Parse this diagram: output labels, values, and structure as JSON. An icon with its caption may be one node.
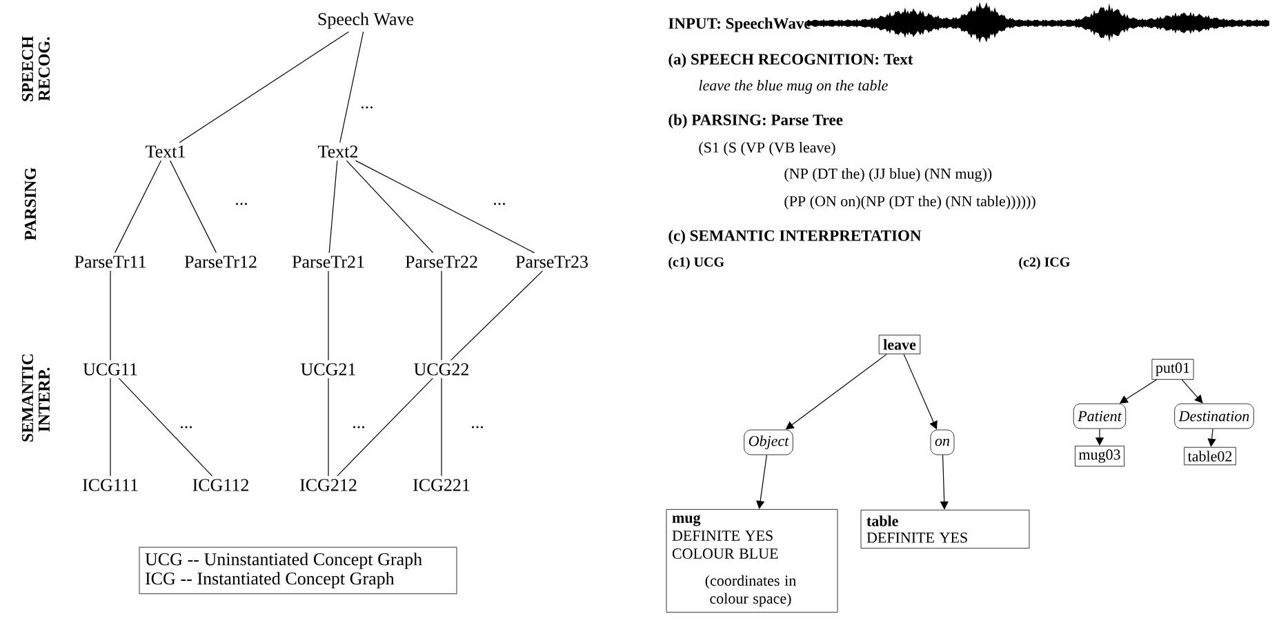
{
  "diagram": {
    "nodes": [
      {
        "text": [
          "Speech Wave"
        ]
      },
      {
        "text": [
          "Text1"
        ]
      },
      {
        "text": [
          "Text2"
        ]
      },
      {
        "text": [
          "ParseTr11"
        ]
      },
      {
        "text": [
          "ParseTr12"
        ]
      },
      {
        "text": [
          "ParseTr21"
        ]
      },
      {
        "text": [
          "ParseTr22"
        ]
      },
      {
        "text": [
          "ParseTr23"
        ]
      },
      {
        "text": [
          "UCG11"
        ]
      },
      {
        "text": [
          "UCG21"
        ]
      },
      {
        "text": [
          "UCG22"
        ]
      },
      {
        "text": [
          "ICG111"
        ]
      },
      {
        "text": [
          "ICG112"
        ]
      },
      {
        "text": [
          "ICG212"
        ]
      },
      {
        "text": [
          "ICG221"
        ]
      },
      {
        "text": [
          "UCG -- Uninstantiated Concept Graph",
          "ICG  -- Instantiated Concept Graph"
        ]
      },
      {
        "text": [
          "leave"
        ]
      },
      {
        "text": [
          "Object"
        ]
      },
      {
        "text": [
          "on"
        ]
      },
      {
        "text": [
          "mug",
          "DEFINITE YES",
          "COLOUR BLUE",
          "(coordinates in colour space)"
        ]
      },
      {
        "text": [
          "table",
          "DEFINITE YES"
        ]
      },
      {
        "text": [
          "put01"
        ]
      },
      {
        "text": [
          "Patient"
        ]
      },
      {
        "text": [
          "Destination"
        ]
      },
      {
        "text": [
          "mug03"
        ]
      },
      {
        "text": [
          "table02"
        ]
      }
    ],
    "edges": [
      {
        "from": 0,
        "to": 1,
        "arrow": "none"
      },
      {
        "from": 0,
        "to": 2,
        "arrow": "none"
      },
      {
        "from": 1,
        "to": 3,
        "arrow": "none"
      },
      {
        "from": 1,
        "to": 4,
        "arrow": "none"
      },
      {
        "from": 2,
        "to": 5,
        "arrow": "none"
      },
      {
        "from": 2,
        "to": 6,
        "arrow": "none"
      },
      {
        "from": 2,
        "to": 7,
        "arrow": "none"
      },
      {
        "from": 3,
        "to": 8,
        "arrow": "none"
      },
      {
        "from": 5,
        "to": 9,
        "arrow": "none"
      },
      {
        "from": 6,
        "to": 10,
        "arrow": "none"
      },
      {
        "from": 7,
        "to": 10,
        "arrow": "none"
      },
      {
        "from": 8,
        "to": 11,
        "arrow": "none"
      },
      {
        "from": 8,
        "to": 12,
        "arrow": "none"
      },
      {
        "from": 9,
        "to": 13,
        "arrow": "none"
      },
      {
        "from": 10,
        "to": 13,
        "arrow": "none"
      },
      {
        "from": 10,
        "to": 14,
        "arrow": "none"
      },
      {
        "from": 16,
        "to": 17,
        "arrow": "to"
      },
      {
        "from": 16,
        "to": 18,
        "arrow": "to"
      },
      {
        "from": 17,
        "to": 19,
        "arrow": "to"
      },
      {
        "from": 18,
        "to": 20,
        "arrow": "to"
      },
      {
        "from": 21,
        "to": 22,
        "arrow": "to"
      },
      {
        "from": 21,
        "to": 23,
        "arrow": "to"
      },
      {
        "from": 22,
        "to": 24,
        "arrow": "to"
      },
      {
        "from": 23,
        "to": 25,
        "arrow": "to"
      }
    ],
    "labels": [
      "...",
      "...",
      "...",
      "...",
      "...",
      "...",
      "SPEECH RECOG.",
      "PARSING",
      "SEMANTIC INTERP.",
      "INPUT: SpeechWave",
      "(a) SPEECH RECOGNITION: Text",
      "leave the blue mug on the table",
      "(b) PARSING: Parse Tree",
      "(S1 (S (VP (VB leave)",
      "(NP (DT the) (JJ blue) (NN mug))",
      "(PP (ON on)(NP (DT the) (NN table))))))",
      "(c) SEMANTIC INTERPRETATION",
      "(c1) UCG",
      "(c2) ICG"
    ]
  }
}
